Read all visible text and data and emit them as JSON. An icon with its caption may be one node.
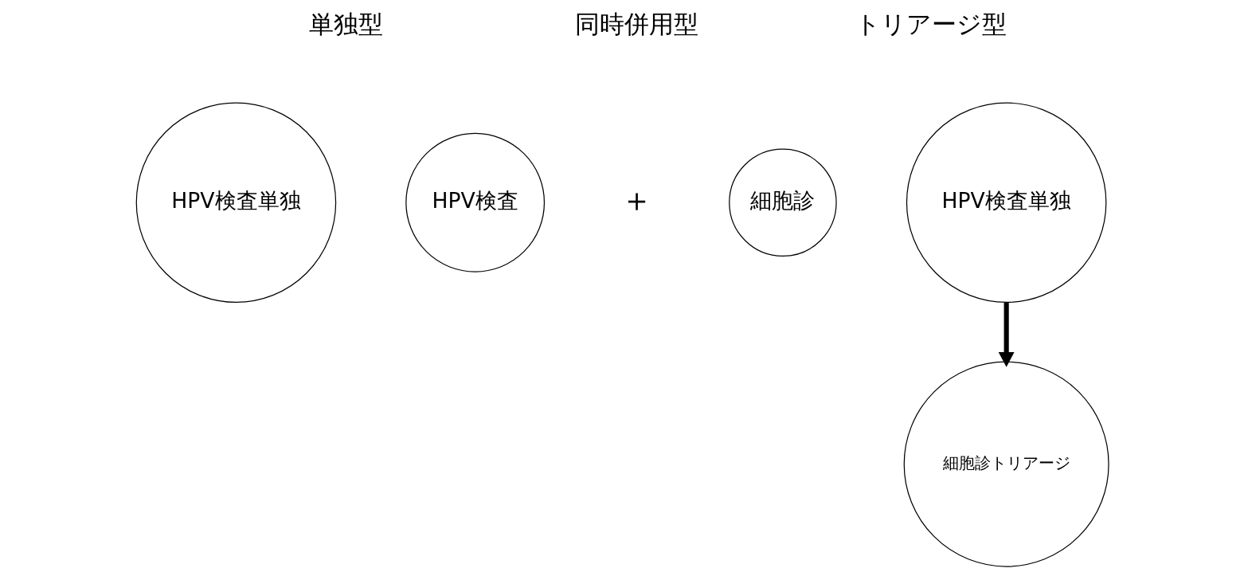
{
  "diagram": {
    "nodes": [
      {
        "text": [
          "HPV検査単独"
        ]
      },
      {
        "text": [
          "HPV検査"
        ]
      },
      {
        "text": [
          "細胞診"
        ]
      },
      {
        "text": [
          "HPV検査単独"
        ]
      },
      {
        "text": [
          "細胞診トリアージ"
        ]
      }
    ],
    "edges": [
      {
        "from": 3,
        "to": 4,
        "arrow": "to"
      }
    ],
    "labels": [
      "単独型",
      "同時併用型",
      "トリアージ型",
      "＋"
    ]
  }
}
